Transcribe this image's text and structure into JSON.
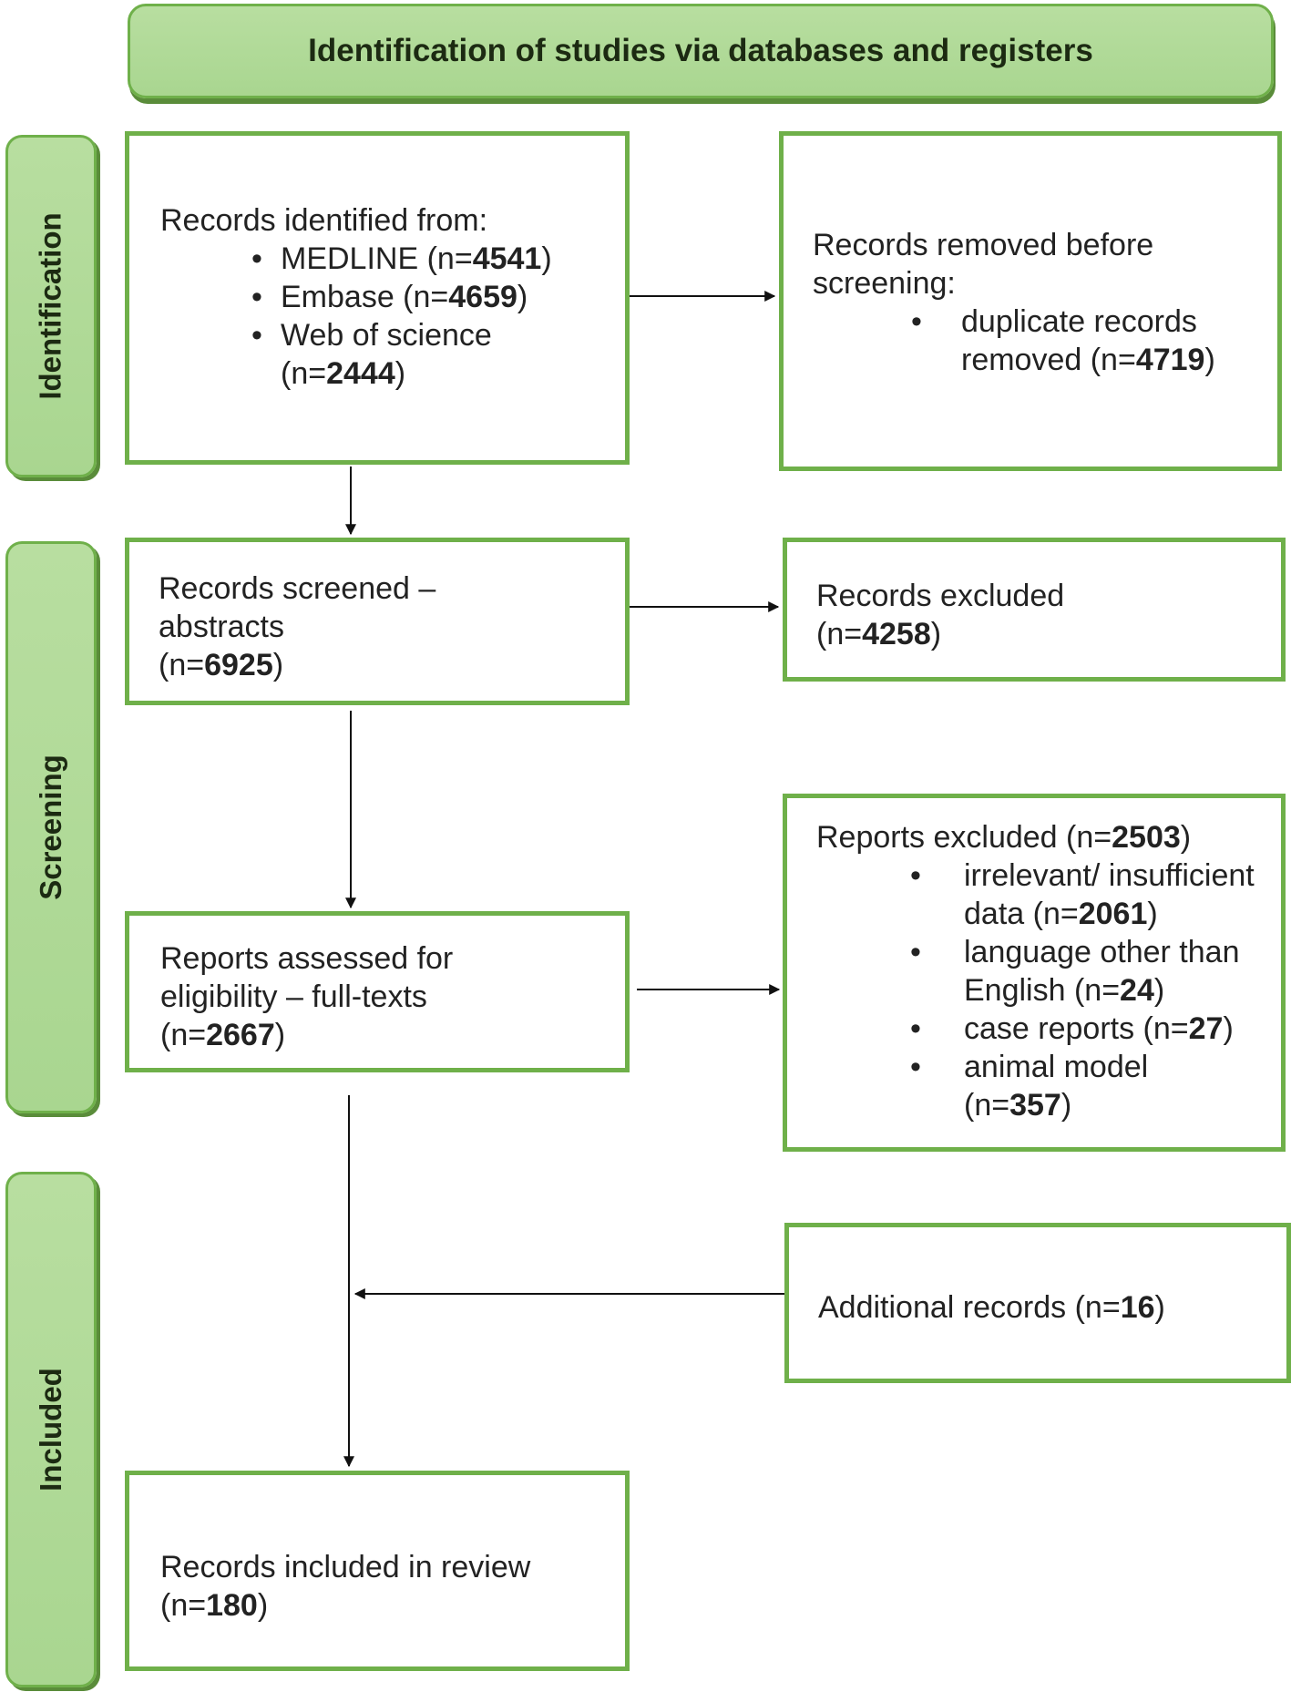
{
  "banner": {
    "title": "Identification of studies via databases  and registers"
  },
  "phases": {
    "identification": "Identification",
    "screening": "Screening",
    "included": "Included"
  },
  "identified": {
    "heading": "Records identified from:",
    "items": [
      {
        "label": "MEDLINE (n=",
        "count": "4541",
        "close": ")"
      },
      {
        "label": "Embase (n=",
        "count": "4659",
        "close": ")"
      },
      {
        "label": "Web of science",
        "label2": "(n=",
        "count": "2444",
        "close": ")"
      }
    ]
  },
  "removed": {
    "line1": "Records removed before",
    "line2": "screening:",
    "item_line1": "duplicate records",
    "item_line2": "removed (n=",
    "count": "4719",
    "close": ")"
  },
  "screened": {
    "line1": "Records screened –",
    "line2": "abstracts",
    "prefix": "(n=",
    "count": "6925",
    "close": ")"
  },
  "excluded": {
    "line1": "Records excluded",
    "prefix": "(n=",
    "count": "4258",
    "close": ")"
  },
  "assessed": {
    "line1": "Reports assessed for",
    "line2": "eligibility – full-texts",
    "prefix": "(n=",
    "count": "2667",
    "close": ")"
  },
  "reports_excluded": {
    "heading": "Reports excluded (n=",
    "count": "2503",
    "close": ")",
    "items": [
      {
        "line1": "irrelevant/ insufficient",
        "line2": "data (n=",
        "count": "2061",
        "close": ")"
      },
      {
        "line1": "language other than",
        "line2": "English (n=",
        "count": "24",
        "close": ")"
      },
      {
        "line1": "case reports (n=",
        "count": "27",
        "close": ")"
      },
      {
        "line1": "animal model",
        "line2": "(n=",
        "count": "357",
        "close": ")"
      }
    ]
  },
  "additional": {
    "prefix": "Additional records (n=",
    "count": "16",
    "close": ")"
  },
  "included": {
    "line1": "Records included in review",
    "prefix": "(n=",
    "count": "180",
    "close": ")"
  }
}
